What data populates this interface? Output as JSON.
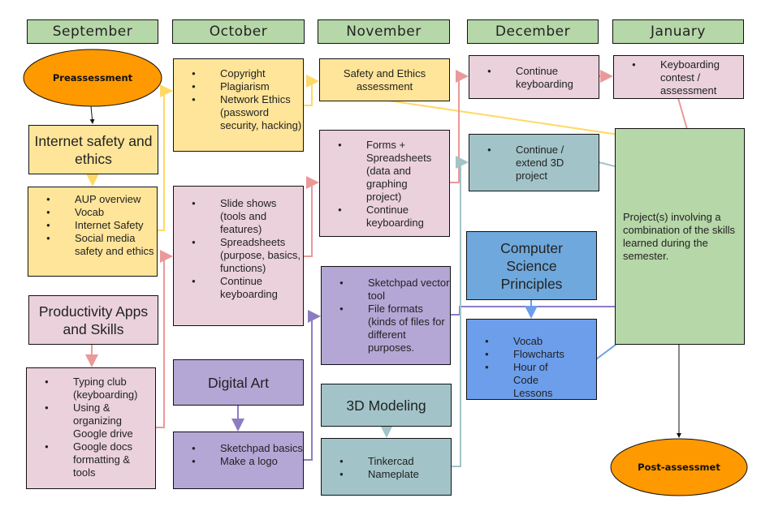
{
  "months": [
    "September",
    "October",
    "November",
    "December",
    "January"
  ],
  "start": {
    "label": "Preassessment"
  },
  "end": {
    "label": "Post-assessmet"
  },
  "september": {
    "internet_title": "Internet safety and ethics",
    "internet_items": [
      "AUP overview",
      "Vocab",
      "Internet Safety",
      "Social media safety and ethics"
    ],
    "productivity_title": "Productivity Apps and Skills",
    "productivity_items": [
      "Typing club (keyboarding)",
      "Using & organizing Google drive",
      "Google docs formatting & tools"
    ]
  },
  "october": {
    "ethics_items": [
      "Copyright",
      "Plagiarism",
      "Network Ethics (password security, hacking)"
    ],
    "productivity_items": [
      "Slide shows (tools and features)",
      "Spreadsheets (purpose, basics, functions)",
      "Continue keyboarding"
    ],
    "digital_art_title": "Digital Art",
    "digital_art_items": [
      "Sketchpad basics",
      "Make a logo"
    ]
  },
  "november": {
    "assessment_text": "Safety and Ethics assessment",
    "productivity_items": [
      "Forms + Spreadsheets (data and graphing project)",
      "Continue keyboarding"
    ],
    "digital_art_items": [
      "Sketchpad vector tool",
      "File formats (kinds of files for different purposes."
    ],
    "modeling_title": "3D Modeling",
    "modeling_items": [
      "Tinkercad",
      "Nameplate"
    ]
  },
  "december": {
    "keyboarding_items": [
      "Continue keyboarding"
    ],
    "modeling_items": [
      "Continue / extend 3D project"
    ],
    "cs_title": "Computer Science Principles",
    "cs_items": [
      "Vocab",
      "Flowcharts",
      "Hour of Code Lessons"
    ]
  },
  "january": {
    "keyboarding_items": [
      "Keyboarding contest / assessment"
    ],
    "project_text": "Project(s) involving a combination of the skills learned during the semester."
  },
  "colors": {
    "month_header": "#b6d7a8",
    "oval": "#ff9900",
    "yellow": "#ffe599",
    "pink": "#ead1dc",
    "purple": "#b4a7d6",
    "teal": "#a2c4c9",
    "blue_title": "#6fa8dc",
    "blue_list": "#6d9eeb",
    "green": "#b6d7a8",
    "arrow_yellow": "#ffd966",
    "arrow_pink": "#ea9999",
    "arrow_purple": "#8e7cc3",
    "arrow_teal": "#a2c4c9",
    "arrow_blue": "#6d9eeb"
  }
}
